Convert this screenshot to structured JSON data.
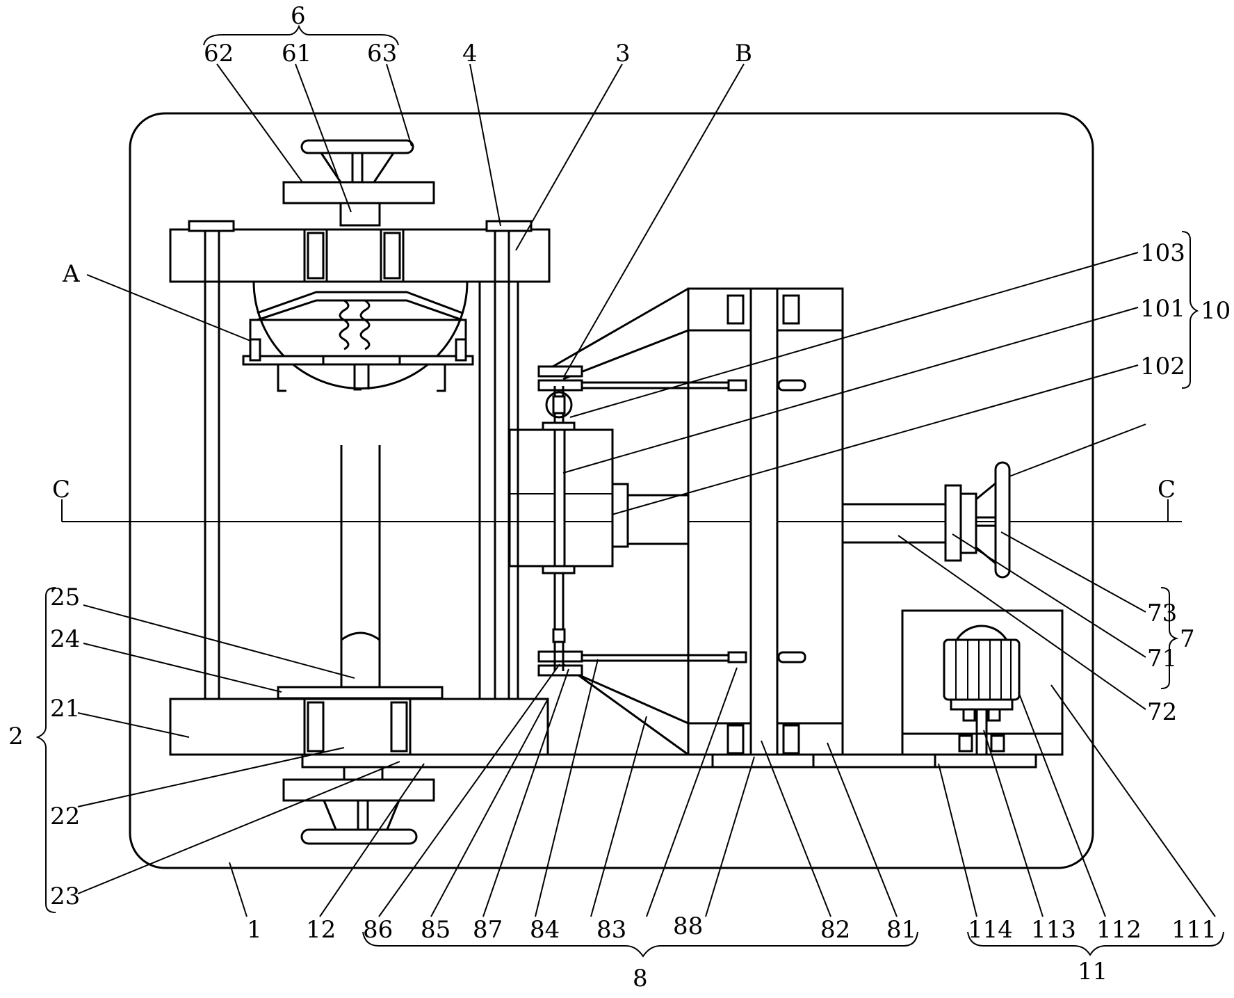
{
  "labels": {
    "l6": "6",
    "l62": "62",
    "l61": "61",
    "l63": "63",
    "l4": "4",
    "l3": "3",
    "lB": "B",
    "l103": "103",
    "l101": "101",
    "l102": "102",
    "l10": "10",
    "lA": "A",
    "lC_left": "C",
    "lC_right": "C",
    "l25": "25",
    "l24": "24",
    "l21": "21",
    "l2": "2",
    "l22": "22",
    "l23": "23",
    "l73": "73",
    "l71": "71",
    "l72": "72",
    "l7": "7",
    "l1": "1",
    "l12": "12",
    "l86": "86",
    "l85": "85",
    "l87": "87",
    "l84": "84",
    "l83": "83",
    "l88": "88",
    "l82": "82",
    "l81": "81",
    "l8": "8",
    "l114": "114",
    "l113": "113",
    "l112": "112",
    "l111": "111",
    "l11": "11"
  }
}
